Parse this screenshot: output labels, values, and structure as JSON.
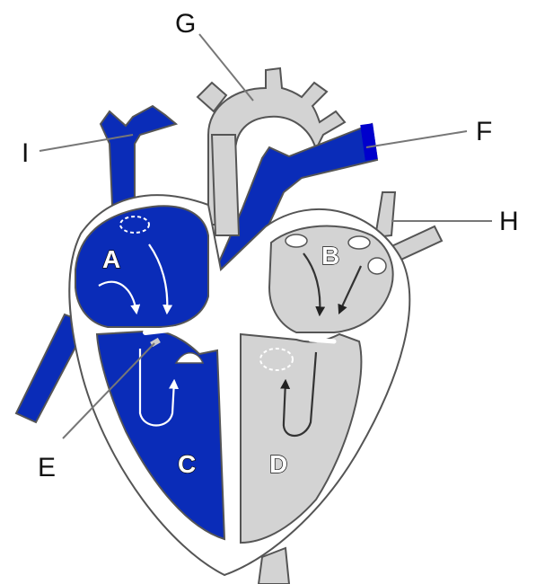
{
  "colors": {
    "deoxygenated": "#0a2cb8",
    "oxygenated": "#d3d3d3",
    "wall": "#ffffff",
    "outline": "#555555",
    "leader": "#777777"
  },
  "labels": {
    "A": "A",
    "B": "B",
    "C": "C",
    "D": "D",
    "E": "E",
    "F": "F",
    "G": "G",
    "H": "H",
    "I": "I"
  }
}
